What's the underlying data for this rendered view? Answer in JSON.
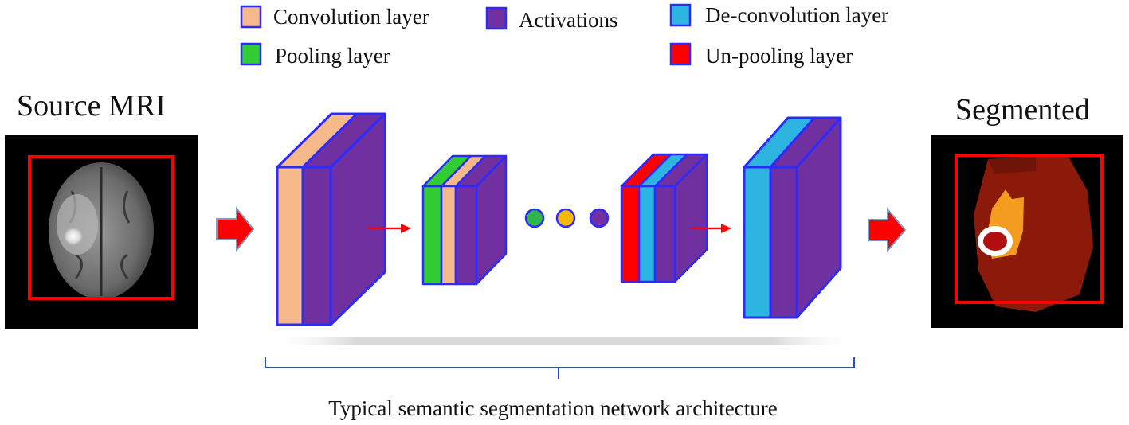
{
  "legend": {
    "convolution_label": "Convolution layer",
    "activations_label": "Activations",
    "deconvolution_label": "De-convolution layer",
    "pooling_label": "Pooling layer",
    "unpooling_label": "Un-pooling layer"
  },
  "colors": {
    "convolution": "#f5b98c",
    "activations": "#7030a0",
    "deconvolution": "#2eb4e0",
    "pooling": "#33cc33",
    "unpooling": "#ff0000",
    "outline": "#2b2bff",
    "arrow": "#ff0000",
    "dot_green": "#2fb64a",
    "dot_yellow": "#f5b800",
    "dot_purple": "#7030a0",
    "bbox": "#ff0000",
    "brace": "#2b4dcc"
  },
  "source": {
    "title": "Source MRI"
  },
  "output": {
    "title": "Segmented"
  },
  "caption": "Typical semantic segmentation network architecture",
  "icons": [
    "right-arrow-icon",
    "ellipsis-dots-icon"
  ]
}
